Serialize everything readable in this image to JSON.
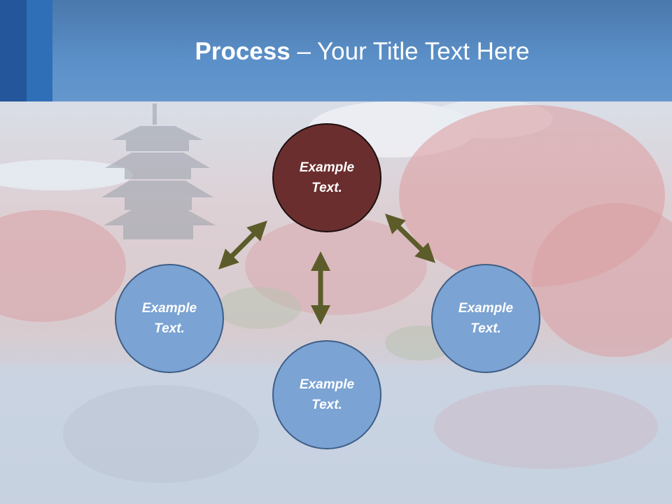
{
  "slide": {
    "title_bold": "Process",
    "title_rest": " – Your Title Text Here"
  },
  "diagram": {
    "top_node": {
      "text": "Example Text."
    },
    "left_node": {
      "text": "Example Text."
    },
    "right_node": {
      "text": "Example Text."
    },
    "bottom_node": {
      "text": "Example Text."
    }
  },
  "colors": {
    "header": "#5b90c8",
    "node_blue": "#7ba3d3",
    "node_red": "#6b2e2e",
    "arrow": "#5c5c2a"
  },
  "icons": {
    "arrows": [
      "double-arrow-diagonal-icon",
      "double-arrow-vertical-icon",
      "double-arrow-diagonal-icon"
    ]
  }
}
